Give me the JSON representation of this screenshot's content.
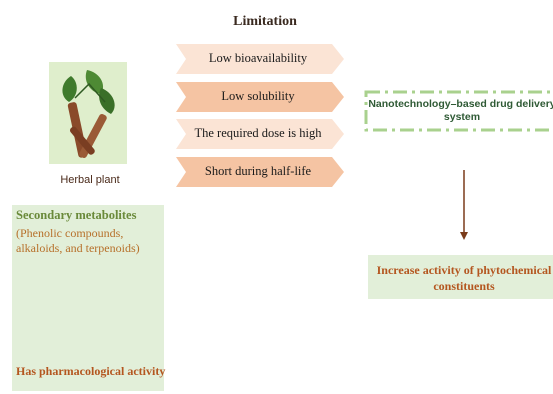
{
  "limitation": {
    "title": "Limitation",
    "items": [
      "Low bioavailability",
      "Low solubility",
      "The required dose is high",
      "Short during half-life"
    ]
  },
  "plant": {
    "label": "Herbal plant",
    "image": "herbal-plant-illustration"
  },
  "secondary": {
    "title": "Secondary metabolites",
    "subtitle": "(Phenolic compounds, alkaloids, and terpenoids)",
    "result": "Has pharmacological activity"
  },
  "nano": {
    "label": "Nanotechnology–based drug delivery system"
  },
  "increase": {
    "label": "Increase activity of phytochemical constituents"
  },
  "colors": {
    "chevron_light": "#fbe4d5",
    "chevron_dark": "#f5c4a3",
    "green_box": "#e2efd9",
    "dashed_border": "#a9d18e",
    "arrow": "#7a3b1a"
  }
}
